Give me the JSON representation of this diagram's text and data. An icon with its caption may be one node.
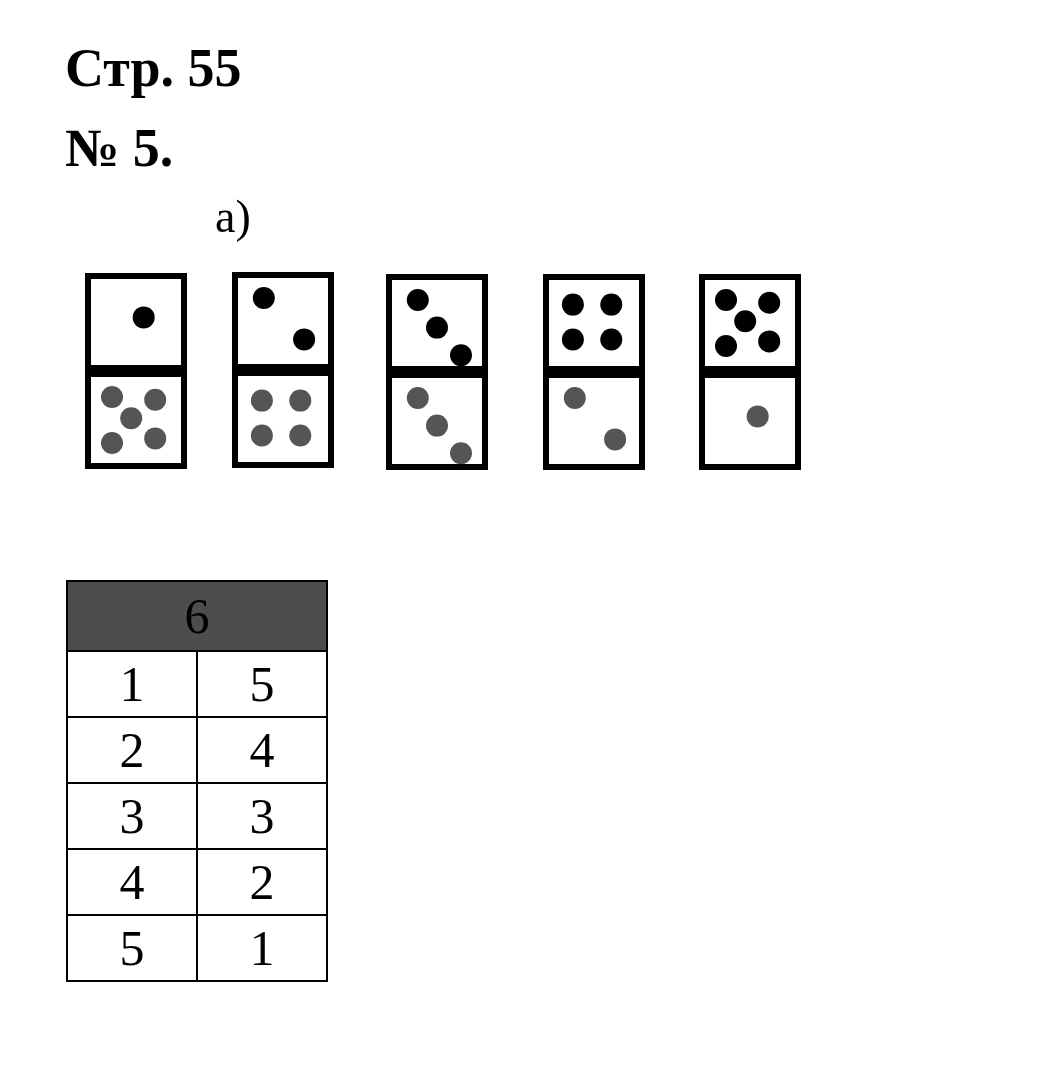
{
  "diagram": {
    "title": "Стр. 55",
    "labels": [
      "№ 5.",
      "а)",
      "6",
      "1",
      "5",
      "2",
      "4",
      "3",
      "3",
      "4",
      "2",
      "5",
      "1"
    ]
  }
}
